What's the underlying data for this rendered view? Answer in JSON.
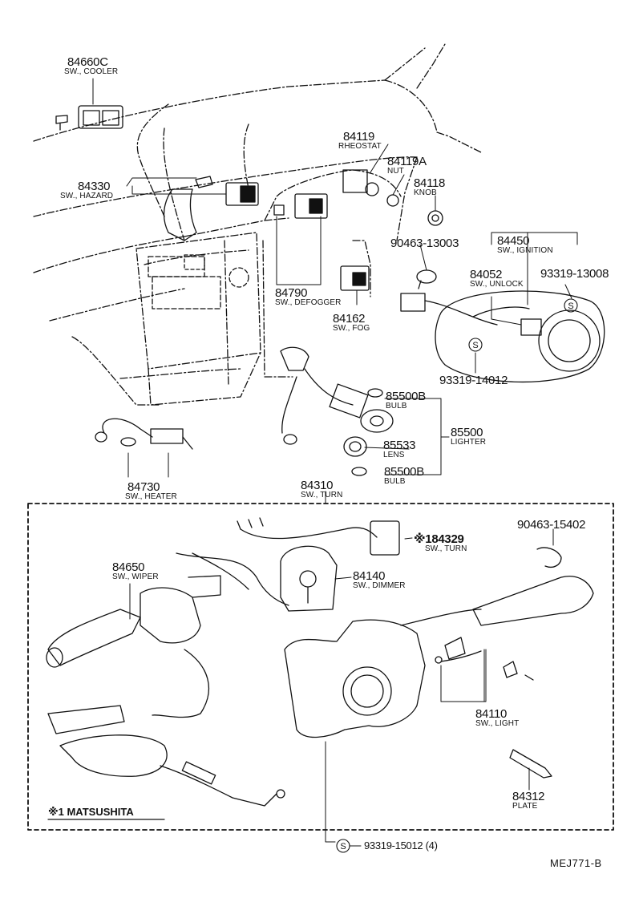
{
  "parts": [
    {
      "id": "p84660c",
      "number": "84660C",
      "name": "SW., COOLER"
    },
    {
      "id": "p84119",
      "number": "84119",
      "name": "RHEOSTAT"
    },
    {
      "id": "p84119a",
      "number": "84119A",
      "name": "NUT"
    },
    {
      "id": "p84118",
      "number": "84118",
      "name": "KNOB"
    },
    {
      "id": "p84330",
      "number": "84330",
      "name": "SW., HAZARD"
    },
    {
      "id": "p90463_13003",
      "number": "90463-13003",
      "name": ""
    },
    {
      "id": "p84450",
      "number": "84450",
      "name": "SW., IGNITION"
    },
    {
      "id": "p84052",
      "number": "84052",
      "name": "SW., UNLOCK"
    },
    {
      "id": "p93319_13008",
      "number": "93319-13008",
      "name": ""
    },
    {
      "id": "p84790",
      "number": "84790",
      "name": "SW., DEFOGGER"
    },
    {
      "id": "p84162",
      "number": "84162",
      "name": "SW., FOG"
    },
    {
      "id": "p93319_14012",
      "number": "93319-14012",
      "name": ""
    },
    {
      "id": "p85500b_1",
      "number": "85500B",
      "name": "BULB"
    },
    {
      "id": "p85500",
      "number": "85500",
      "name": "LIGHTER"
    },
    {
      "id": "p85533",
      "number": "85533",
      "name": "LENS"
    },
    {
      "id": "p85500b_2",
      "number": "85500B",
      "name": "BULB"
    },
    {
      "id": "p84730",
      "number": "84730",
      "name": "SW., HEATER"
    },
    {
      "id": "p84310",
      "number": "84310",
      "name": "SW., TURN"
    },
    {
      "id": "p84329",
      "number": "※184329",
      "name": "SW., TURN"
    },
    {
      "id": "p90463_15402",
      "number": "90463-15402",
      "name": ""
    },
    {
      "id": "p84650",
      "number": "84650",
      "name": "SW., WIPER"
    },
    {
      "id": "p84140",
      "number": "84140",
      "name": "SW., DIMMER"
    },
    {
      "id": "p84110",
      "number": "84110",
      "name": "SW., LIGHT"
    },
    {
      "id": "p84312",
      "number": "84312",
      "name": "PLATE"
    },
    {
      "id": "p93319_15012",
      "number": "93319-15012 (4)",
      "name": ""
    }
  ],
  "footnote": "※1 MATSUSHITA",
  "screw_symbol": "S",
  "diagram_ref": "MEJ771-B",
  "colors": {
    "ink": "#111111",
    "paper": "#ffffff"
  }
}
